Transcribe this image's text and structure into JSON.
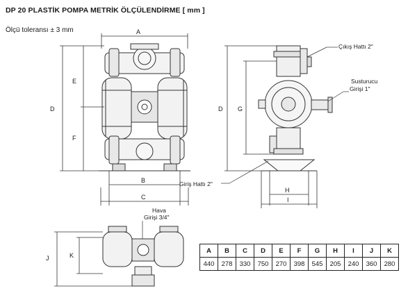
{
  "title": "DP 20 PLASTİK POMPA METRİK ÖLÇÜLENDİRME [ mm ]",
  "tolerance": "Ölçü toleransı ± 3 mm",
  "callouts": {
    "outlet": "Çıkış Hattı 2\"",
    "silencer_line1": "Susturucu",
    "silencer_line2": "Girişi 1\"",
    "inlet": "Giriş Hattı 2\"",
    "air_line1": "Hava",
    "air_line2": "Girişi 3/4\""
  },
  "dim_labels": {
    "A": "A",
    "B": "B",
    "C": "C",
    "D": "D",
    "E": "E",
    "F": "F",
    "G": "G",
    "H": "H",
    "I": "I",
    "J": "J",
    "K": "K"
  },
  "table": {
    "headers": [
      "A",
      "B",
      "C",
      "D",
      "E",
      "F",
      "G",
      "H",
      "I",
      "J",
      "K"
    ],
    "values": [
      "440",
      "278",
      "330",
      "750",
      "270",
      "398",
      "545",
      "205",
      "240",
      "360",
      "280"
    ]
  }
}
